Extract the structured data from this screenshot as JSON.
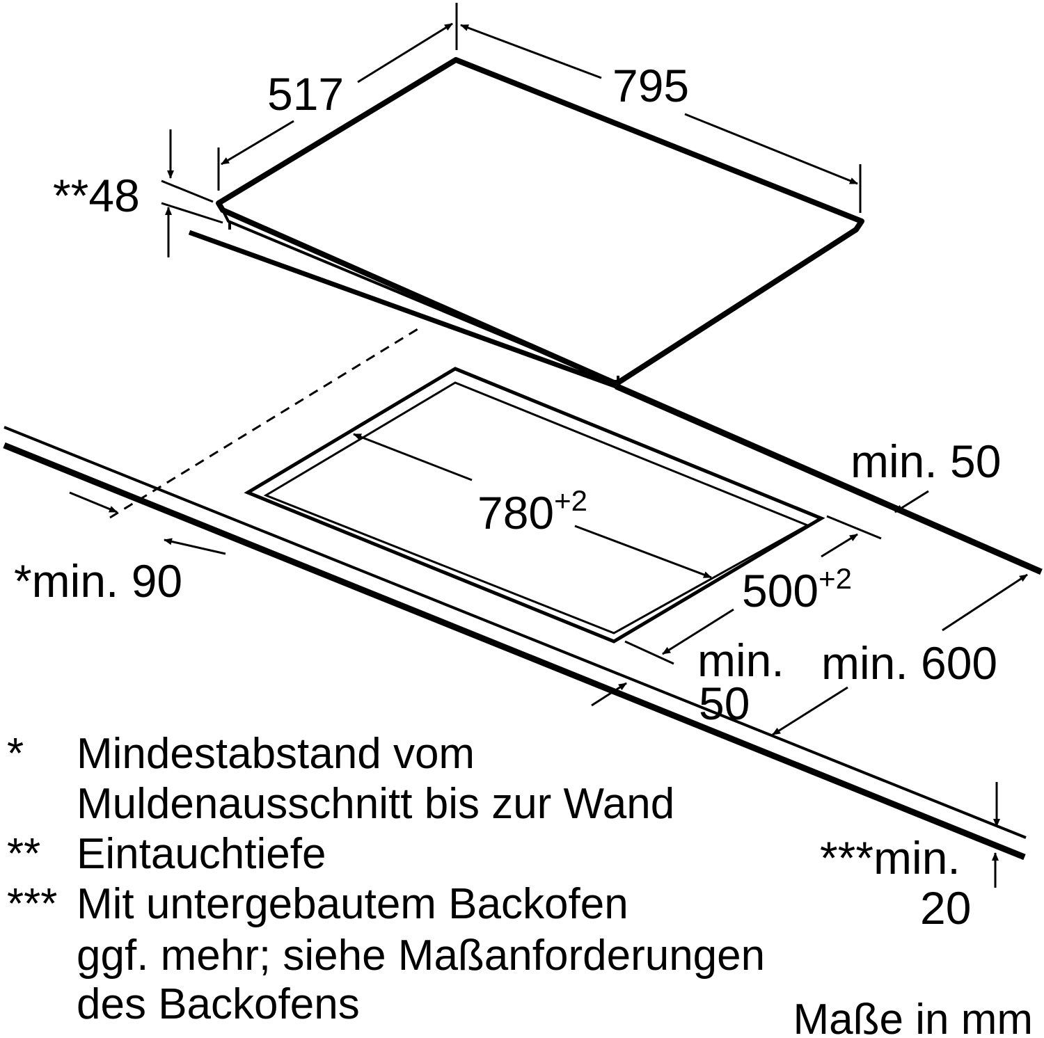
{
  "dimensions": {
    "depth_top": "517",
    "width_top": "795",
    "immersion_depth": "**48",
    "cutout_width": "780",
    "cutout_width_tolerance": "+2",
    "cutout_depth": "500",
    "cutout_depth_tolerance": "+2",
    "rear_min": "min. 50",
    "wall_min": "*min. 90",
    "front_min_line1": "min.",
    "front_min_line2": "50",
    "cabinet_min": "min. 600",
    "oven_min_line1": "***min.",
    "oven_min_line2": "20"
  },
  "notes": [
    {
      "marker": "*",
      "lines": [
        "Mindestabstand vom",
        "Muldenausschnitt bis zur Wand"
      ]
    },
    {
      "marker": "**",
      "lines": [
        "Eintauchtiefe"
      ]
    },
    {
      "marker": "***",
      "lines": [
        "Mit untergebautem Backofen",
        "ggf. mehr; siehe Maßanforderungen",
        "des Backofens"
      ]
    }
  ],
  "units": "Maße in mm"
}
